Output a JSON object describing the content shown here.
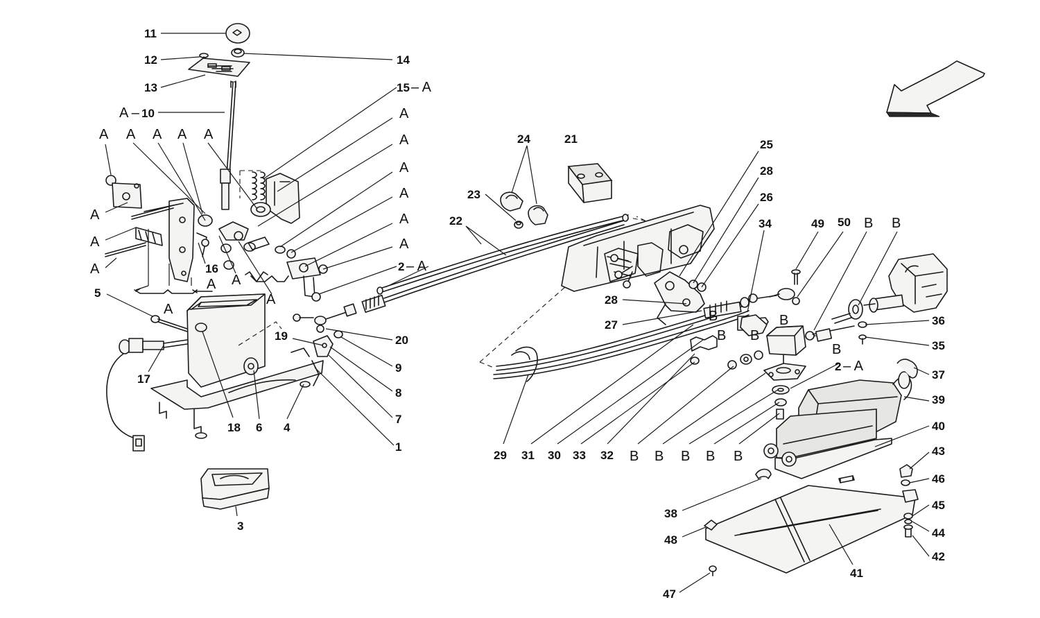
{
  "diagram": {
    "arrow": "direction-arrow",
    "callouts": [
      {
        "id": "c11",
        "text": "11"
      },
      {
        "id": "c12",
        "text": "12"
      },
      {
        "id": "c14",
        "text": "14"
      },
      {
        "id": "c13",
        "text": "13"
      },
      {
        "id": "c15",
        "text": "15"
      },
      {
        "id": "c10",
        "text": "10"
      },
      {
        "id": "c16",
        "text": "16"
      },
      {
        "id": "c5",
        "text": "5"
      },
      {
        "id": "c17",
        "text": "17"
      },
      {
        "id": "c18",
        "text": "18"
      },
      {
        "id": "c6",
        "text": "6"
      },
      {
        "id": "c4",
        "text": "4"
      },
      {
        "id": "c19",
        "text": "19"
      },
      {
        "id": "c20",
        "text": "20"
      },
      {
        "id": "c9",
        "text": "9"
      },
      {
        "id": "c8",
        "text": "8"
      },
      {
        "id": "c7",
        "text": "7"
      },
      {
        "id": "c1",
        "text": "1"
      },
      {
        "id": "c3",
        "text": "3"
      },
      {
        "id": "c2",
        "text": "2"
      },
      {
        "id": "c24",
        "text": "24"
      },
      {
        "id": "c21",
        "text": "21"
      },
      {
        "id": "c23",
        "text": "23"
      },
      {
        "id": "c22",
        "text": "22"
      },
      {
        "id": "c25",
        "text": "25"
      },
      {
        "id": "c28a",
        "text": "28"
      },
      {
        "id": "c26",
        "text": "26"
      },
      {
        "id": "c34",
        "text": "34"
      },
      {
        "id": "c28b",
        "text": "28"
      },
      {
        "id": "c27",
        "text": "27"
      },
      {
        "id": "c49",
        "text": "49"
      },
      {
        "id": "c50",
        "text": "50"
      },
      {
        "id": "c36",
        "text": "36"
      },
      {
        "id": "c35",
        "text": "35"
      },
      {
        "id": "c2b",
        "text": "2"
      },
      {
        "id": "c37",
        "text": "37"
      },
      {
        "id": "c39",
        "text": "39"
      },
      {
        "id": "c40",
        "text": "40"
      },
      {
        "id": "c43",
        "text": "43"
      },
      {
        "id": "c46",
        "text": "46"
      },
      {
        "id": "c45",
        "text": "45"
      },
      {
        "id": "c44",
        "text": "44"
      },
      {
        "id": "c42",
        "text": "42"
      },
      {
        "id": "c29",
        "text": "29"
      },
      {
        "id": "c31",
        "text": "31"
      },
      {
        "id": "c30",
        "text": "30"
      },
      {
        "id": "c33",
        "text": "33"
      },
      {
        "id": "c32",
        "text": "32"
      },
      {
        "id": "c38",
        "text": "38"
      },
      {
        "id": "c48",
        "text": "48"
      },
      {
        "id": "c41",
        "text": "41"
      },
      {
        "id": "c47",
        "text": "47"
      }
    ],
    "letters": {
      "a": "A",
      "b": "B",
      "dash_a": "– A",
      "a_dash": "A –"
    }
  }
}
